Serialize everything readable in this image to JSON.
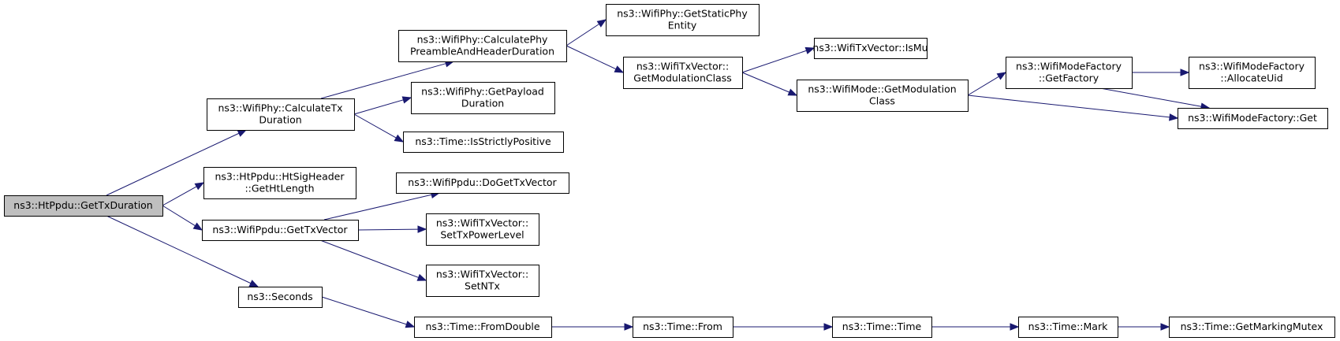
{
  "graph": {
    "edge_color": "#191970",
    "root_fill": "#bfbfbf",
    "node_fill": "#ffffff",
    "nodes": [
      {
        "id": "root",
        "lines": [
          "ns3::HtPpdu::GetTxDuration"
        ],
        "root": true
      },
      {
        "id": "calcTx",
        "lines": [
          "ns3::WifiPhy::CalculateTx",
          "Duration"
        ]
      },
      {
        "id": "getHtLen",
        "lines": [
          "ns3::HtPpdu::HtSigHeader",
          "::GetHtLength"
        ]
      },
      {
        "id": "getTxVec",
        "lines": [
          "ns3::WifiPpdu::GetTxVector"
        ]
      },
      {
        "id": "seconds",
        "lines": [
          "ns3::Seconds"
        ]
      },
      {
        "id": "calcPre",
        "lines": [
          "ns3::WifiPhy::CalculatePhy",
          "PreambleAndHeaderDuration"
        ]
      },
      {
        "id": "getPayload",
        "lines": [
          "ns3::WifiPhy::GetPayload",
          "Duration"
        ]
      },
      {
        "id": "isStrict",
        "lines": [
          "ns3::Time::IsStrictlyPositive"
        ]
      },
      {
        "id": "doGetTx",
        "lines": [
          "ns3::WifiPpdu::DoGetTxVector"
        ]
      },
      {
        "id": "setTxPow",
        "lines": [
          "ns3::WifiTxVector::",
          "SetTxPowerLevel"
        ]
      },
      {
        "id": "setNTx",
        "lines": [
          "ns3::WifiTxVector::",
          "SetNTx"
        ]
      },
      {
        "id": "fromDouble",
        "lines": [
          "ns3::Time::FromDouble"
        ]
      },
      {
        "id": "staticPhy",
        "lines": [
          "ns3::WifiPhy::GetStaticPhy",
          "Entity"
        ]
      },
      {
        "id": "getModTx",
        "lines": [
          "ns3::WifiTxVector::",
          "GetModulationClass"
        ]
      },
      {
        "id": "timeFrom",
        "lines": [
          "ns3::Time::From"
        ]
      },
      {
        "id": "isMu",
        "lines": [
          "ns3::WifiTxVector::IsMu"
        ]
      },
      {
        "id": "getModMode",
        "lines": [
          "ns3::WifiMode::GetModulation",
          "Class"
        ]
      },
      {
        "id": "timeTime",
        "lines": [
          "ns3::Time::Time"
        ]
      },
      {
        "id": "getFactory",
        "lines": [
          "ns3::WifiModeFactory",
          "::GetFactory"
        ]
      },
      {
        "id": "timeMark",
        "lines": [
          "ns3::Time::Mark"
        ]
      },
      {
        "id": "allocUid",
        "lines": [
          "ns3::WifiModeFactory",
          "::AllocateUid"
        ]
      },
      {
        "id": "factoryGet",
        "lines": [
          "ns3::WifiModeFactory::Get"
        ]
      },
      {
        "id": "getMarking",
        "lines": [
          "ns3::Time::GetMarkingMutex"
        ]
      }
    ],
    "edges": [
      [
        "root",
        "calcTx"
      ],
      [
        "root",
        "getHtLen"
      ],
      [
        "root",
        "getTxVec"
      ],
      [
        "root",
        "seconds"
      ],
      [
        "calcTx",
        "calcPre"
      ],
      [
        "calcTx",
        "getPayload"
      ],
      [
        "calcTx",
        "isStrict"
      ],
      [
        "getTxVec",
        "doGetTx"
      ],
      [
        "getTxVec",
        "setTxPow"
      ],
      [
        "getTxVec",
        "setNTx"
      ],
      [
        "seconds",
        "fromDouble"
      ],
      [
        "calcPre",
        "staticPhy"
      ],
      [
        "calcPre",
        "getModTx"
      ],
      [
        "fromDouble",
        "timeFrom"
      ],
      [
        "getModTx",
        "isMu"
      ],
      [
        "getModTx",
        "getModMode"
      ],
      [
        "timeFrom",
        "timeTime"
      ],
      [
        "getModMode",
        "getFactory"
      ],
      [
        "getModMode",
        "factoryGet"
      ],
      [
        "timeTime",
        "timeMark"
      ],
      [
        "getFactory",
        "allocUid"
      ],
      [
        "getFactory",
        "factoryGet"
      ],
      [
        "timeMark",
        "getMarking"
      ]
    ]
  }
}
